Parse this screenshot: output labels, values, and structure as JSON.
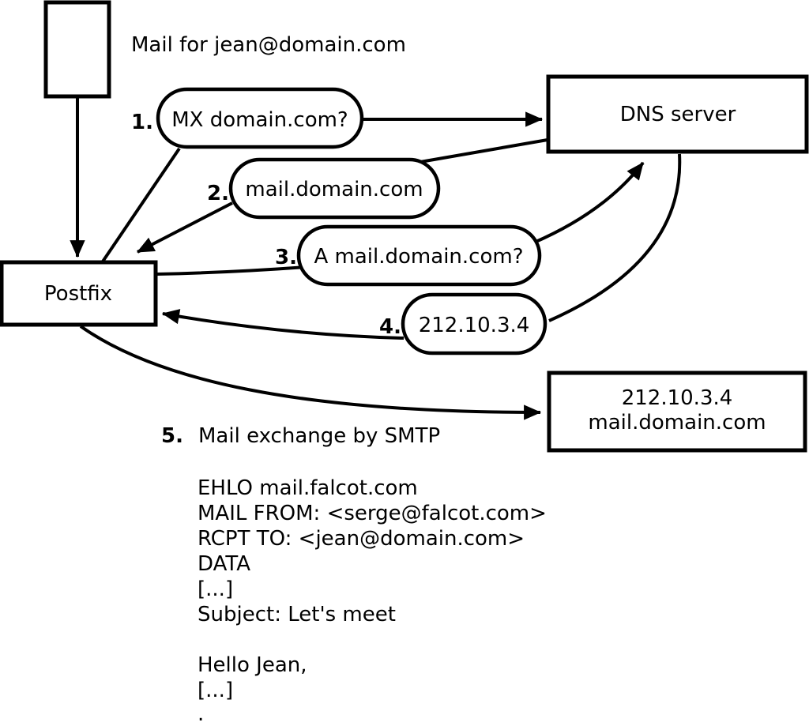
{
  "diagram": {
    "title": "Mail for jean@domain.com",
    "nodes": {
      "postfix": {
        "label": "Postfix"
      },
      "dns": {
        "label": "DNS server"
      },
      "mail_server": {
        "line1": "212.10.3.4",
        "line2": "mail.domain.com"
      }
    },
    "steps": [
      {
        "num": "1.",
        "label": "MX domain.com?"
      },
      {
        "num": "2.",
        "label": "mail.domain.com"
      },
      {
        "num": "3.",
        "label": "A mail.domain.com?"
      },
      {
        "num": "4.",
        "label": "212.10.3.4"
      },
      {
        "num": "5.",
        "label": "Mail exchange by SMTP"
      }
    ],
    "smtp_session": [
      "EHLO mail.falcot.com",
      "MAIL FROM: <serge@falcot.com>",
      "RCPT TO: <jean@domain.com>",
      "DATA",
      "[...]",
      "Subject: Let's meet",
      "",
      "Hello Jean,",
      "[...]",
      "."
    ],
    "colors": {
      "ink": "#000000",
      "paper": "#ffffff"
    }
  }
}
